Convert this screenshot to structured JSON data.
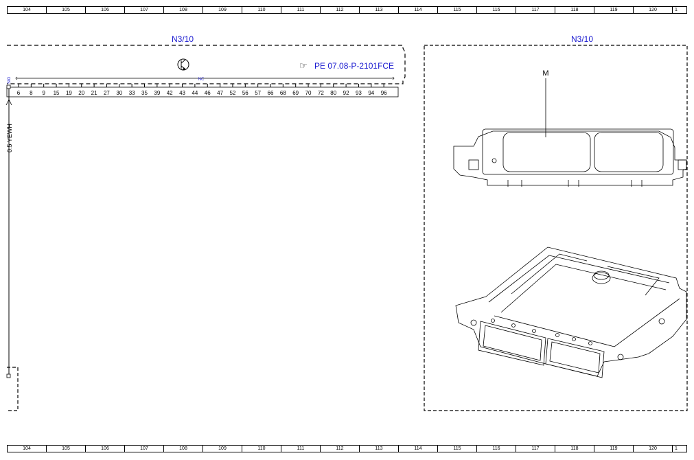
{
  "ruler_numbers": [
    "104",
    "105",
    "106",
    "107",
    "108",
    "109",
    "110",
    "111",
    "112",
    "113",
    "114",
    "115",
    "116",
    "117",
    "118",
    "119",
    "120",
    "1"
  ],
  "left_component": {
    "designation": "N3/10",
    "reference": "PE 07.08-P-2101FCE",
    "ground_label": "NC",
    "signal_label": "SIG",
    "pins": [
      "6",
      "8",
      "9",
      "15",
      "19",
      "20",
      "21",
      "27",
      "30",
      "33",
      "35",
      "39",
      "42",
      "43",
      "44",
      "46",
      "47",
      "52",
      "56",
      "57",
      "66",
      "68",
      "69",
      "70",
      "72",
      "80",
      "92",
      "93",
      "94",
      "96"
    ]
  },
  "wire": {
    "label": "0.5 YEWH"
  },
  "right_component": {
    "designation": "N3/10",
    "callout": "M"
  }
}
